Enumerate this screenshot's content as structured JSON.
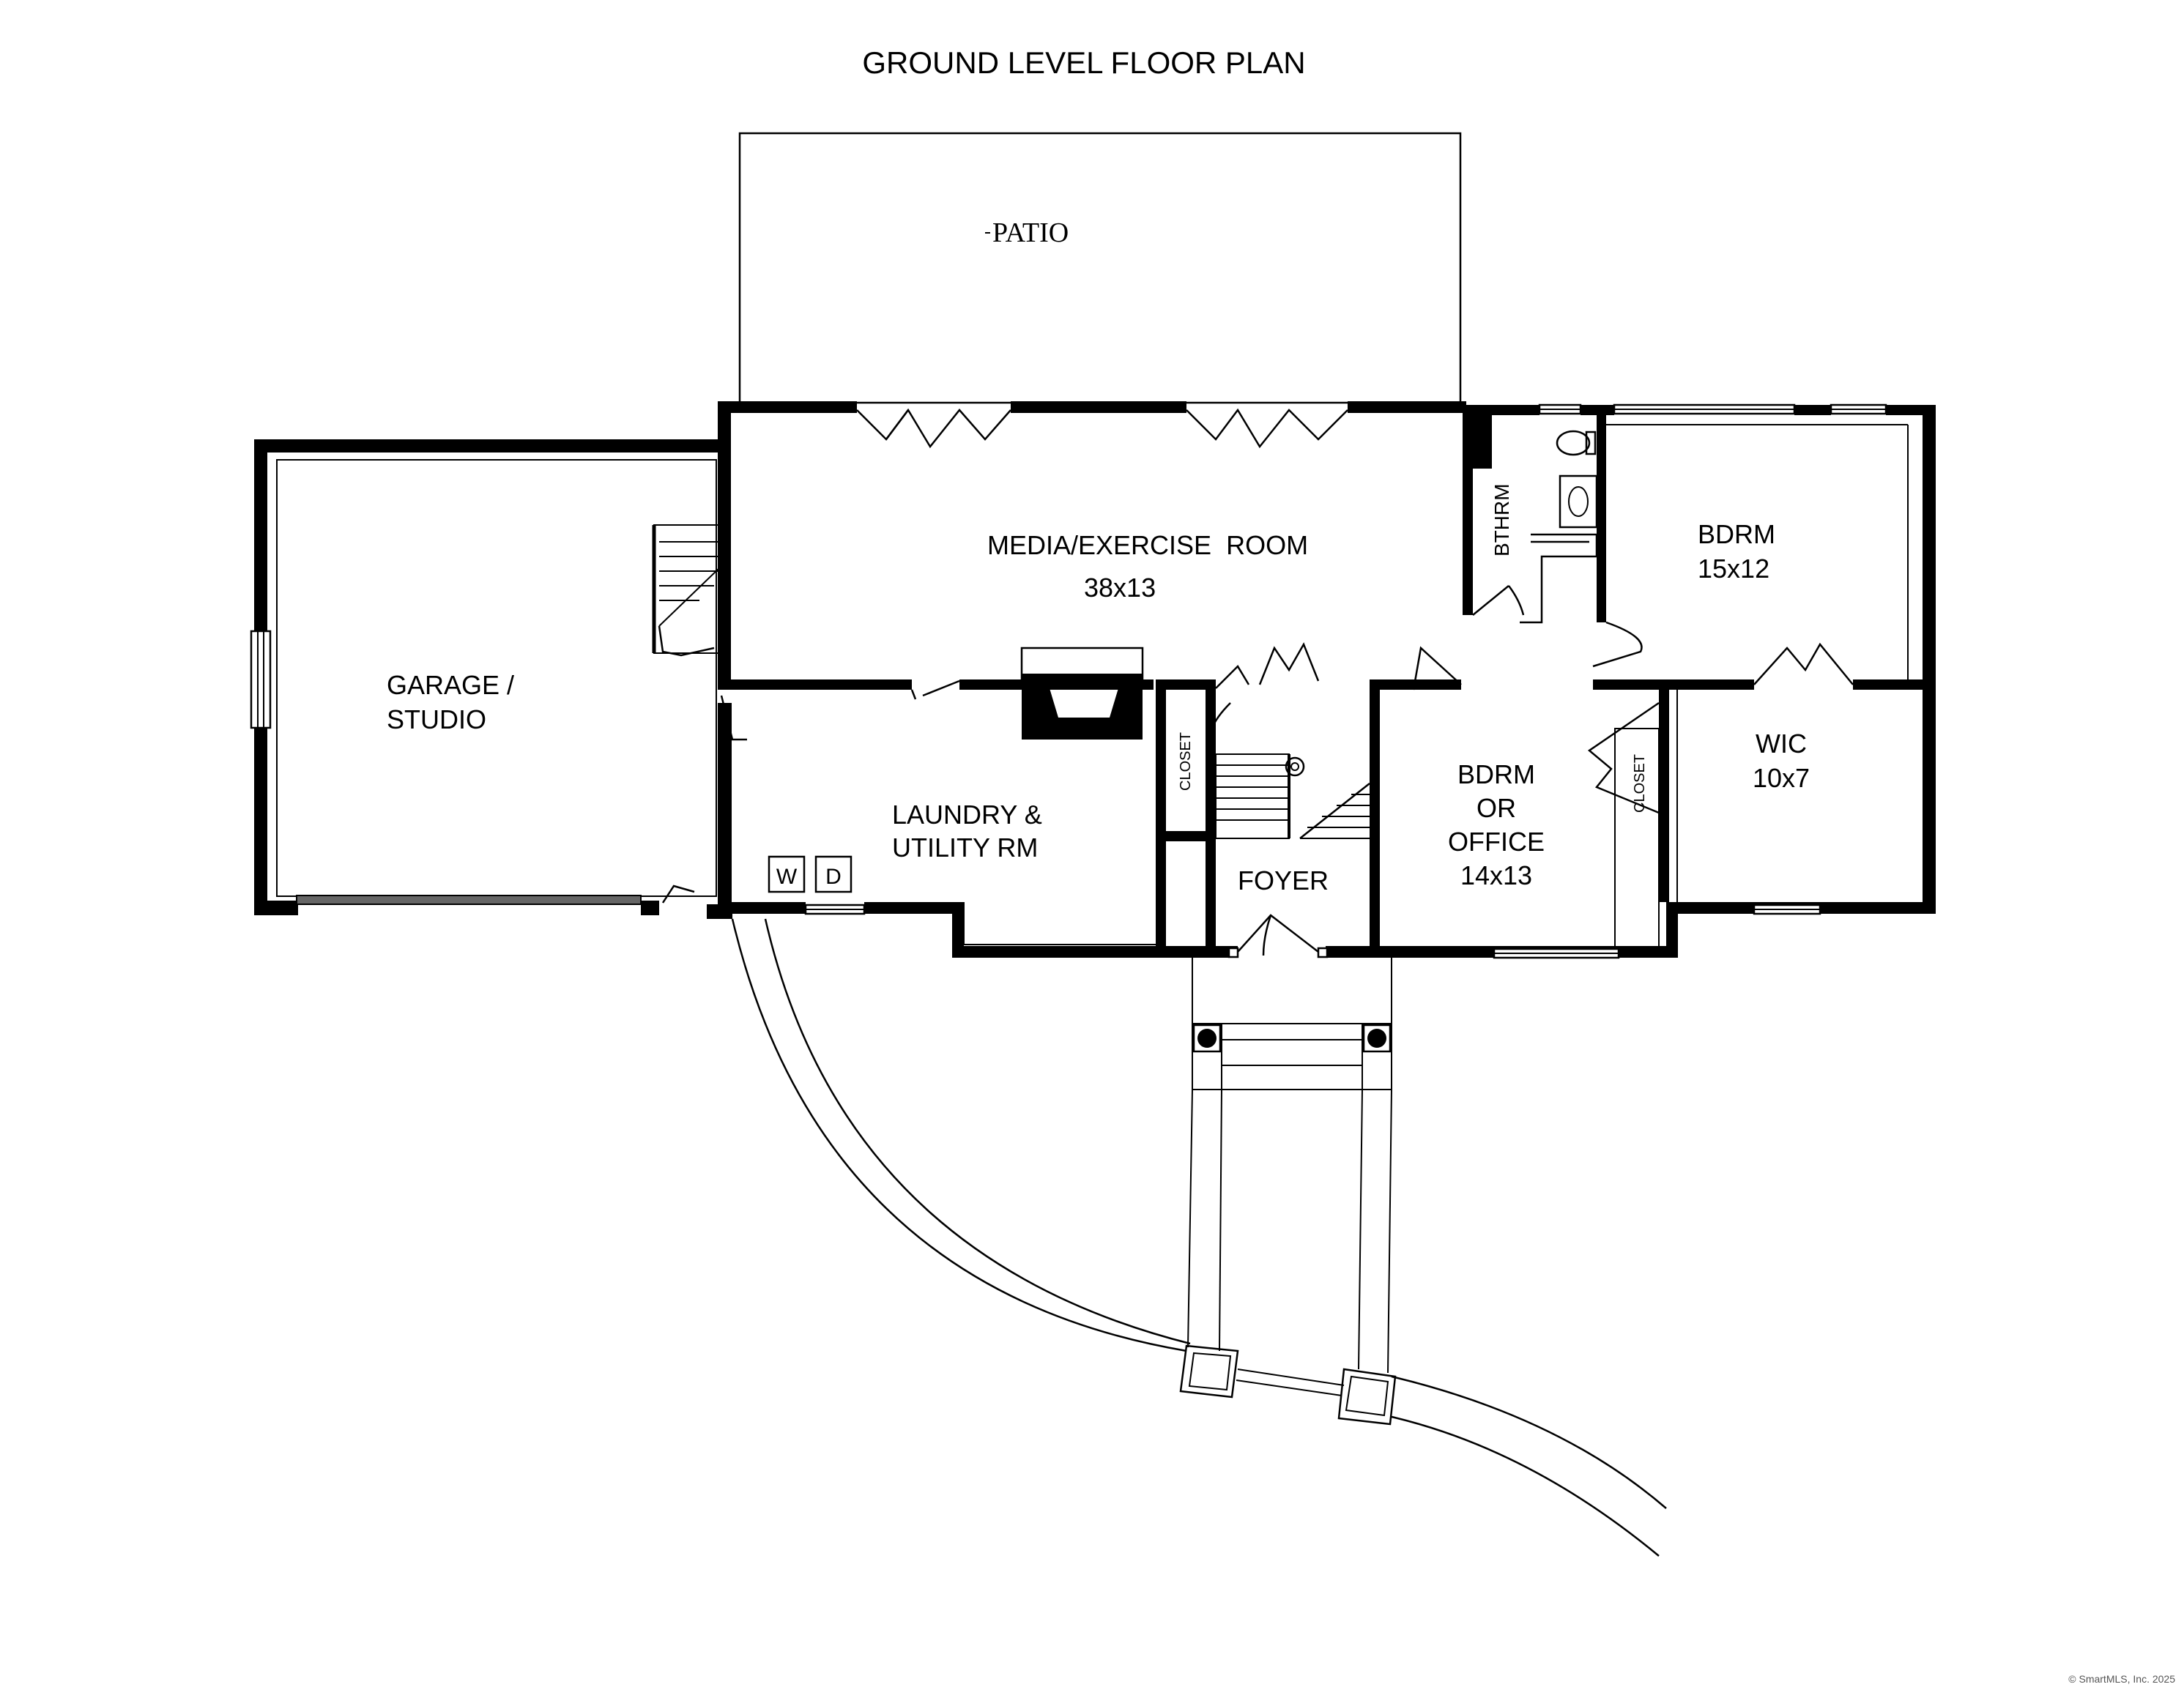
{
  "title": "GROUND LEVEL FLOOR PLAN",
  "labels": {
    "patio": "PATIO",
    "media_room": "MEDIA/EXERCISE  ROOM",
    "media_size": "38x13",
    "garage_line1": "GARAGE /",
    "garage_line2": "STUDIO",
    "bathroom": "BTHRM",
    "bedroom1": "BDRM",
    "bedroom1_size": "15x12",
    "laundry_line1": "LAUNDRY &",
    "laundry_line2": "UTILITY RM",
    "closet_foyer": "CLOSET",
    "foyer": "FOYER",
    "bedroom2_line1": "BDRM",
    "bedroom2_line2": "OR",
    "bedroom2_line3": "OFFICE",
    "bedroom2_size": "14x13",
    "closet_bedroom": "CLOSET",
    "wic": "WIC",
    "wic_size": "10x7",
    "washer": "W",
    "dryer": "D"
  },
  "copyright": "© SmartMLS, Inc. 2025"
}
